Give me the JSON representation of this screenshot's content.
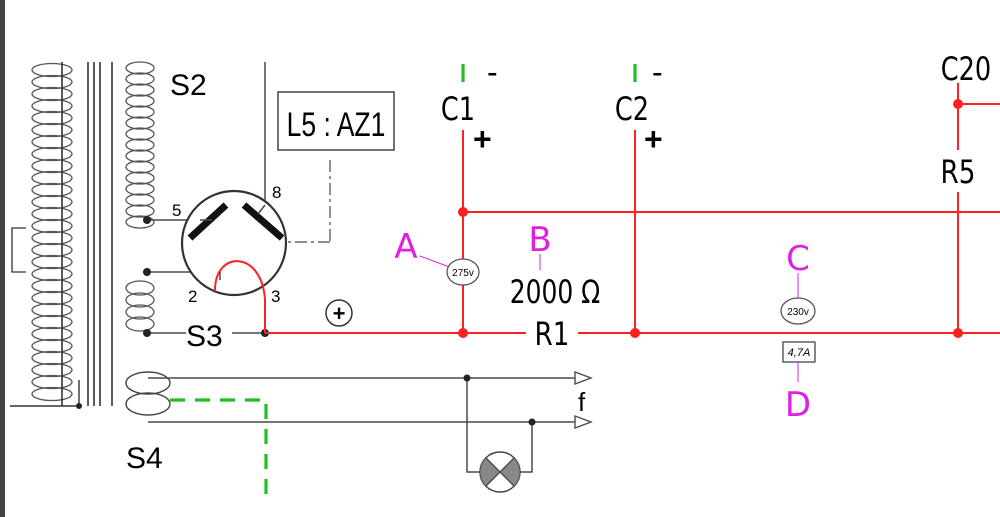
{
  "colors": {
    "wire_red": "#ff2020",
    "wire_dark": "#4a4a4a",
    "ground_green": "#20c020",
    "measure_magenta": "#e020e0",
    "frame": "#555555"
  },
  "transformer": {
    "secondary_labels": [
      "S2",
      "S3",
      "S4"
    ]
  },
  "tube": {
    "label": "L5 : AZ1",
    "pins": [
      "5",
      "8",
      "2",
      "3"
    ]
  },
  "capacitors": [
    "C1",
    "C2",
    "C20"
  ],
  "polarity": {
    "minus": "-",
    "plus": "+",
    "circled_plus": "+"
  },
  "resistors": {
    "r1": {
      "label": "R1",
      "value": "2000 Ω"
    },
    "r5": {
      "label": "R5"
    }
  },
  "measurement_points": {
    "A": {
      "label": "A",
      "reading": "275v"
    },
    "B": {
      "label": "B"
    },
    "C": {
      "label": "C",
      "reading": "230v"
    },
    "D": {
      "label": "D",
      "reading": "4,7A"
    }
  },
  "output": {
    "label": "f"
  }
}
